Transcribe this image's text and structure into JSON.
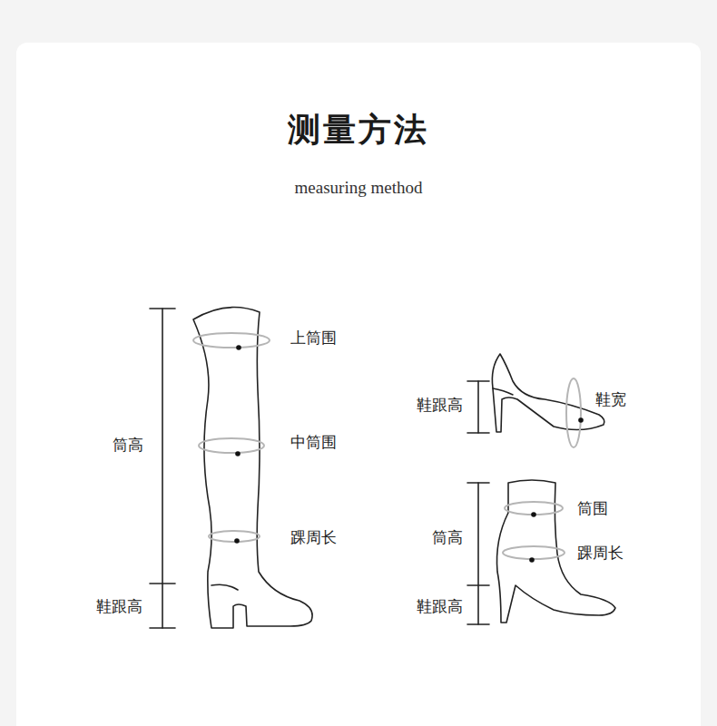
{
  "diagram": {
    "title": "测量方法",
    "labels": [
      "measuring method",
      "上筒围",
      "筒高",
      "中筒围",
      "踝周长",
      "鞋跟高",
      "鞋宽",
      "鞋跟高",
      "筒围",
      "筒高",
      "踝周长",
      "鞋跟高"
    ]
  }
}
